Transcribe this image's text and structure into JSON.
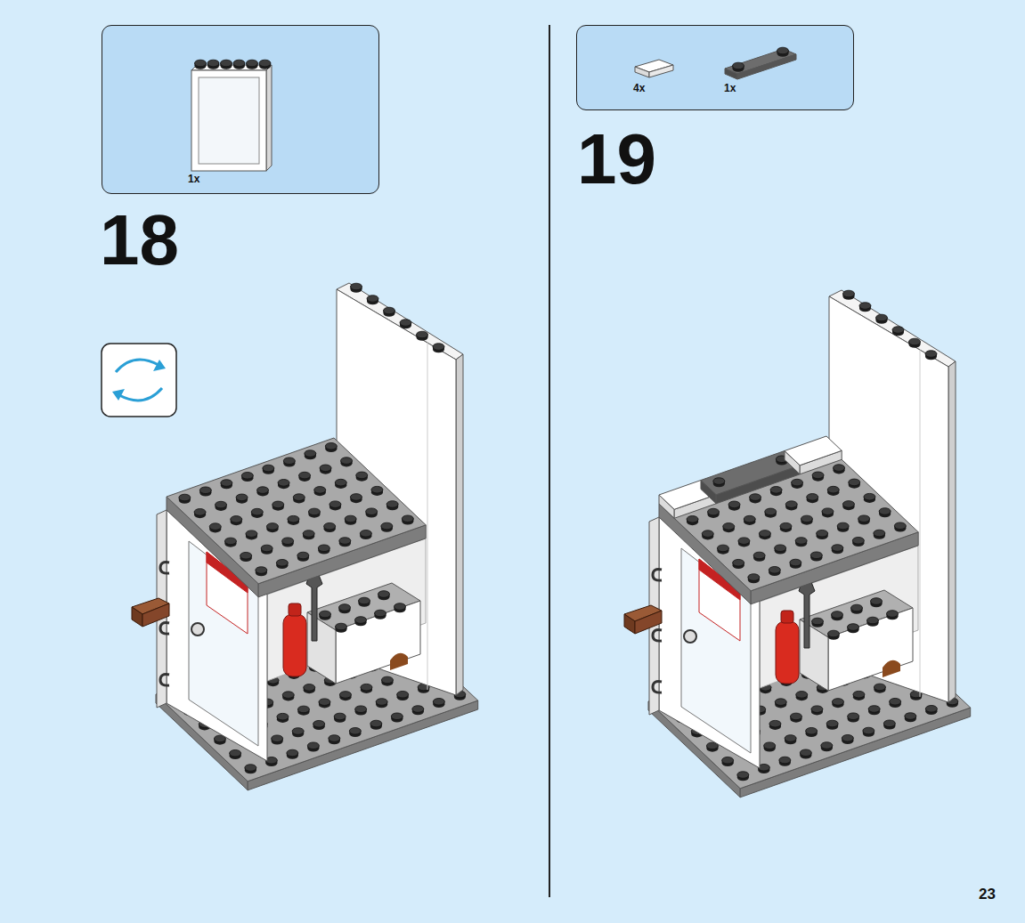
{
  "diagram": {
    "nodes": [
      {
        "text": [
          "1x"
        ]
      },
      {
        "text": [
          "4x",
          "1x"
        ]
      }
    ],
    "labels": [
      "18",
      "19",
      "23"
    ]
  }
}
